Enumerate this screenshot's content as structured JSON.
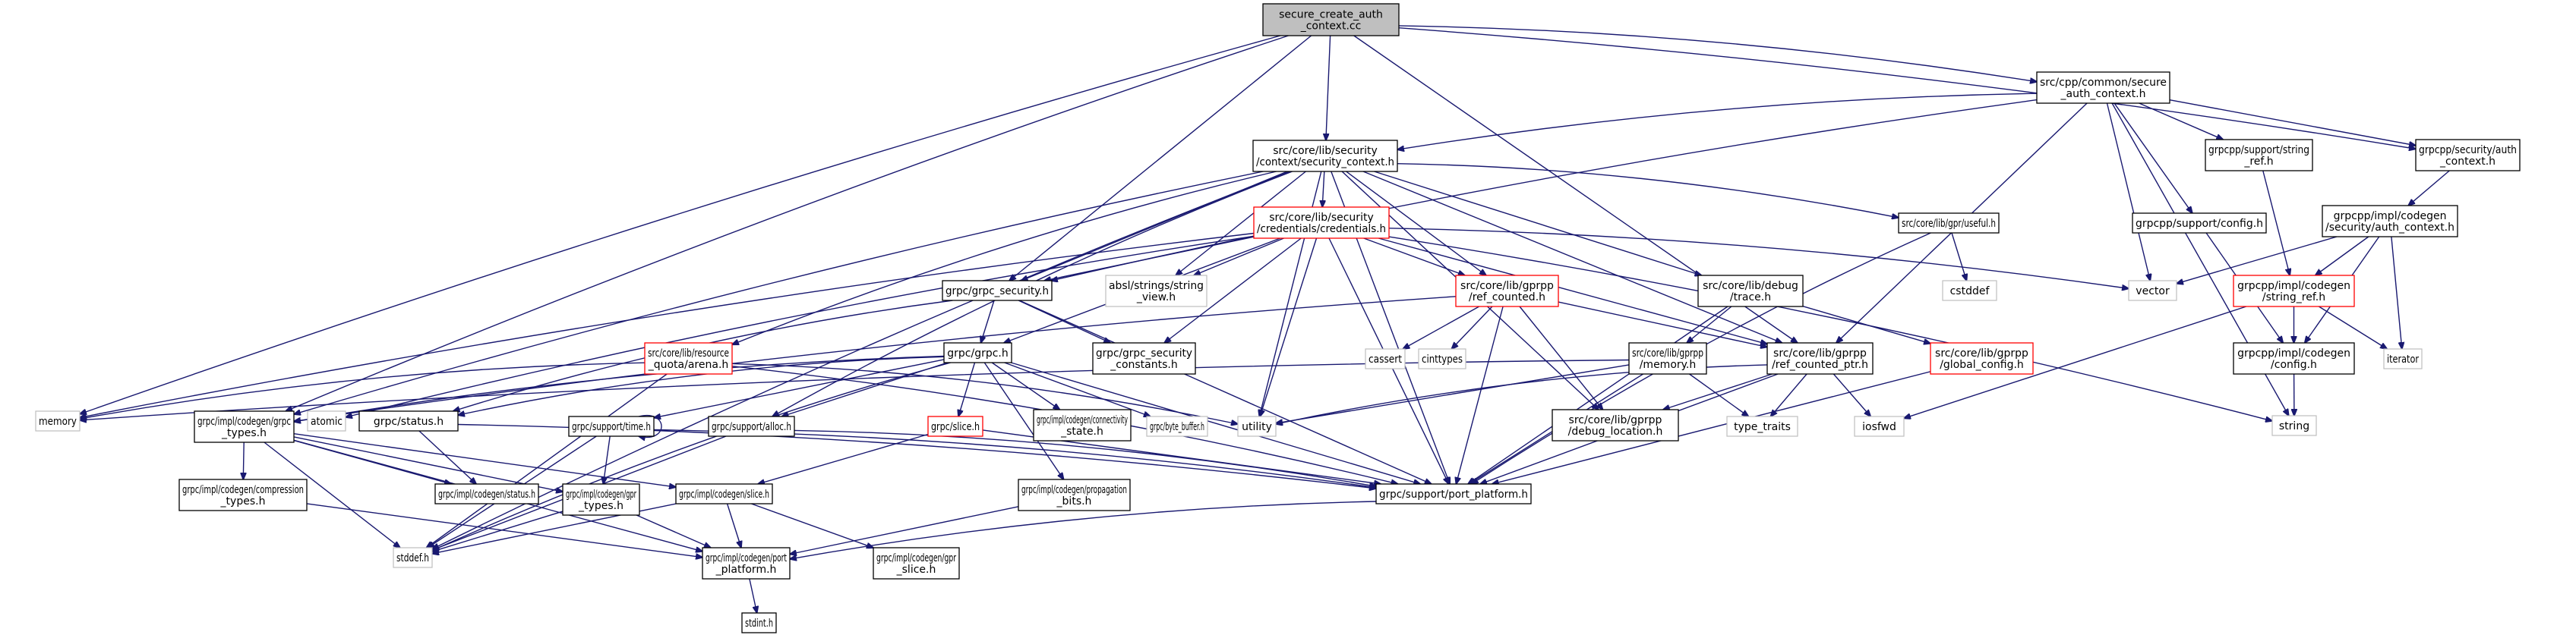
{
  "title": "secure_create_auth_context.cc include dependency graph",
  "colors": {
    "edge": "#191970",
    "root_fill": "#bfbfbf",
    "documented_border": "#000000",
    "truncated_border": "#ff0000",
    "external_border": "#bfbfbf"
  },
  "nodes": [
    {
      "id": "root",
      "lines": [
        "secure_create_auth",
        "_context.cc"
      ],
      "kind": "root"
    },
    {
      "id": "secure_auth_context_h",
      "lines": [
        "src/cpp/common/secure",
        "_auth_context.h"
      ],
      "kind": "normal"
    },
    {
      "id": "security_context_h",
      "lines": [
        "src/core/lib/security",
        "/context/security_context.h"
      ],
      "kind": "normal"
    },
    {
      "id": "grpcpp_security_auth_context_h",
      "lines": [
        "grpcpp/security/auth",
        "_context.h"
      ],
      "kind": "normal"
    },
    {
      "id": "grpcpp_support_string_ref_h",
      "lines": [
        "grpcpp/support/string",
        "_ref.h"
      ],
      "kind": "normal"
    },
    {
      "id": "grpcpp_support_config_h",
      "lines": [
        "grpcpp/support/config.h"
      ],
      "kind": "normal"
    },
    {
      "id": "grpcpp_impl_codegen_security_auth_context_h",
      "lines": [
        "grpcpp/impl/codegen",
        "/security/auth_context.h"
      ],
      "kind": "normal"
    },
    {
      "id": "credentials_h",
      "lines": [
        "src/core/lib/security",
        "/credentials/credentials.h"
      ],
      "kind": "truncated"
    },
    {
      "id": "useful_h",
      "lines": [
        "src/core/lib/gpr/useful.h"
      ],
      "kind": "normal"
    },
    {
      "id": "grpc_security_h",
      "lines": [
        "grpc/grpc_security.h"
      ],
      "kind": "normal"
    },
    {
      "id": "string_view_h",
      "lines": [
        "absl/strings/string",
        "_view.h"
      ],
      "kind": "external"
    },
    {
      "id": "ref_counted_h",
      "lines": [
        "src/core/lib/gprpp",
        "/ref_counted.h"
      ],
      "kind": "truncated"
    },
    {
      "id": "trace_h",
      "lines": [
        "src/core/lib/debug",
        "/trace.h"
      ],
      "kind": "normal"
    },
    {
      "id": "cstddef",
      "lines": [
        "cstddef"
      ],
      "kind": "external"
    },
    {
      "id": "vector",
      "lines": [
        "vector"
      ],
      "kind": "external"
    },
    {
      "id": "string_ref_h",
      "lines": [
        "grpcpp/impl/codegen",
        "/string_ref.h"
      ],
      "kind": "truncated"
    },
    {
      "id": "arena_h",
      "lines": [
        "src/core/lib/resource",
        "_quota/arena.h"
      ],
      "kind": "truncated"
    },
    {
      "id": "grpc_h",
      "lines": [
        "grpc/grpc.h"
      ],
      "kind": "normal"
    },
    {
      "id": "grpc_security_constants_h",
      "lines": [
        "grpc/grpc_security",
        "_constants.h"
      ],
      "kind": "normal"
    },
    {
      "id": "cassert",
      "lines": [
        "cassert"
      ],
      "kind": "external"
    },
    {
      "id": "cinttypes",
      "lines": [
        "cinttypes"
      ],
      "kind": "external"
    },
    {
      "id": "memory_h",
      "lines": [
        "src/core/lib/gprpp",
        "/memory.h"
      ],
      "kind": "normal"
    },
    {
      "id": "ref_counted_ptr_h",
      "lines": [
        "src/core/lib/gprpp",
        "/ref_counted_ptr.h"
      ],
      "kind": "normal"
    },
    {
      "id": "global_config_h",
      "lines": [
        "src/core/lib/gprpp",
        "/global_config.h"
      ],
      "kind": "truncated"
    },
    {
      "id": "codegen_config_h",
      "lines": [
        "grpcpp/impl/codegen",
        "/config.h"
      ],
      "kind": "normal"
    },
    {
      "id": "iterator",
      "lines": [
        "iterator"
      ],
      "kind": "external"
    },
    {
      "id": "memory",
      "lines": [
        "memory"
      ],
      "kind": "external"
    },
    {
      "id": "grpc_types_h",
      "lines": [
        "grpc/impl/codegen/grpc",
        "_types.h"
      ],
      "kind": "normal"
    },
    {
      "id": "atomic",
      "lines": [
        "atomic"
      ],
      "kind": "external"
    },
    {
      "id": "status_h",
      "lines": [
        "grpc/status.h"
      ],
      "kind": "normal"
    },
    {
      "id": "time_h",
      "lines": [
        "grpc/support/time.h"
      ],
      "kind": "normal"
    },
    {
      "id": "alloc_h",
      "lines": [
        "grpc/support/alloc.h"
      ],
      "kind": "normal"
    },
    {
      "id": "slice_h",
      "lines": [
        "grpc/slice.h"
      ],
      "kind": "truncated"
    },
    {
      "id": "connectivity_state_h",
      "lines": [
        "grpc/impl/codegen/connectivity",
        "_state.h"
      ],
      "kind": "normal"
    },
    {
      "id": "byte_buffer_h",
      "lines": [
        "grpc/byte_buffer.h"
      ],
      "kind": "external"
    },
    {
      "id": "utility",
      "lines": [
        "utility"
      ],
      "kind": "external"
    },
    {
      "id": "debug_location_h",
      "lines": [
        "src/core/lib/gprpp",
        "/debug_location.h"
      ],
      "kind": "normal"
    },
    {
      "id": "type_traits",
      "lines": [
        "type_traits"
      ],
      "kind": "external"
    },
    {
      "id": "iosfwd",
      "lines": [
        "iosfwd"
      ],
      "kind": "external"
    },
    {
      "id": "string",
      "lines": [
        "string"
      ],
      "kind": "external"
    },
    {
      "id": "compression_types_h",
      "lines": [
        "grpc/impl/codegen/compression",
        "_types.h"
      ],
      "kind": "normal"
    },
    {
      "id": "codegen_status_h",
      "lines": [
        "grpc/impl/codegen/status.h"
      ],
      "kind": "normal"
    },
    {
      "id": "gpr_types_h",
      "lines": [
        "grpc/impl/codegen/gpr",
        "_types.h"
      ],
      "kind": "normal"
    },
    {
      "id": "codegen_slice_h",
      "lines": [
        "grpc/impl/codegen/slice.h"
      ],
      "kind": "normal"
    },
    {
      "id": "propagation_bits_h",
      "lines": [
        "grpc/impl/codegen/propagation",
        "_bits.h"
      ],
      "kind": "normal"
    },
    {
      "id": "port_platform_h",
      "lines": [
        "grpc/support/port_platform.h"
      ],
      "kind": "normal"
    },
    {
      "id": "stddef_h",
      "lines": [
        "stddef.h"
      ],
      "kind": "external"
    },
    {
      "id": "codegen_port_platform_h",
      "lines": [
        "grpc/impl/codegen/port",
        "_platform.h"
      ],
      "kind": "normal"
    },
    {
      "id": "gpr_slice_h",
      "lines": [
        "grpc/impl/codegen/gpr",
        "_slice.h"
      ],
      "kind": "normal"
    },
    {
      "id": "stdint_h",
      "lines": [
        "stdint.h"
      ],
      "kind": "normal"
    }
  ],
  "edges": [
    [
      "root",
      "secure_auth_context_h"
    ],
    [
      "root",
      "security_context_h"
    ],
    [
      "root",
      "grpcpp_security_auth_context_h"
    ],
    [
      "root",
      "grpc_security_h"
    ],
    [
      "root",
      "ref_counted_ptr_h"
    ],
    [
      "root",
      "memory"
    ],
    [
      "root",
      "grpc_types_h"
    ],
    [
      "secure_auth_context_h",
      "security_context_h"
    ],
    [
      "secure_auth_context_h",
      "grpcpp_support_string_ref_h"
    ],
    [
      "secure_auth_context_h",
      "grpcpp_support_config_h"
    ],
    [
      "secure_auth_context_h",
      "grpcpp_security_auth_context_h"
    ],
    [
      "secure_auth_context_h",
      "vector"
    ],
    [
      "secure_auth_context_h",
      "ref_counted_ptr_h"
    ],
    [
      "secure_auth_context_h",
      "grpc_security_h"
    ],
    [
      "secure_auth_context_h",
      "string"
    ],
    [
      "security_context_h",
      "credentials_h"
    ],
    [
      "security_context_h",
      "useful_h"
    ],
    [
      "security_context_h",
      "grpc_security_h"
    ],
    [
      "security_context_h",
      "string_view_h"
    ],
    [
      "security_context_h",
      "ref_counted_h"
    ],
    [
      "security_context_h",
      "trace_h"
    ],
    [
      "security_context_h",
      "arena_h"
    ],
    [
      "security_context_h",
      "ref_counted_ptr_h"
    ],
    [
      "security_context_h",
      "port_platform_h"
    ],
    [
      "security_context_h",
      "grpc_types_h"
    ],
    [
      "security_context_h",
      "stddef_h"
    ],
    [
      "security_context_h",
      "alloc_h"
    ],
    [
      "security_context_h",
      "utility"
    ],
    [
      "security_context_h",
      "debug_location_h"
    ],
    [
      "grpcpp_security_auth_context_h",
      "grpcpp_impl_codegen_security_auth_context_h"
    ],
    [
      "grpcpp_support_string_ref_h",
      "string_ref_h"
    ],
    [
      "grpcpp_support_config_h",
      "codegen_config_h"
    ],
    [
      "grpcpp_impl_codegen_security_auth_context_h",
      "vector"
    ],
    [
      "grpcpp_impl_codegen_security_auth_context_h",
      "string_ref_h"
    ],
    [
      "grpcpp_impl_codegen_security_auth_context_h",
      "codegen_config_h"
    ],
    [
      "grpcpp_impl_codegen_security_auth_context_h",
      "iterator"
    ],
    [
      "credentials_h",
      "grpc_security_h"
    ],
    [
      "credentials_h",
      "string_view_h"
    ],
    [
      "credentials_h",
      "ref_counted_h"
    ],
    [
      "credentials_h",
      "grpc_security_constants_h"
    ],
    [
      "credentials_h",
      "grpc_h"
    ],
    [
      "credentials_h",
      "vector"
    ],
    [
      "credentials_h",
      "ref_counted_ptr_h"
    ],
    [
      "credentials_h",
      "port_platform_h"
    ],
    [
      "credentials_h",
      "utility"
    ],
    [
      "credentials_h",
      "string"
    ],
    [
      "credentials_h",
      "atomic"
    ],
    [
      "credentials_h",
      "memory"
    ],
    [
      "useful_h",
      "cstddef"
    ],
    [
      "useful_h",
      "port_platform_h"
    ],
    [
      "grpc_security_h",
      "grpc_h"
    ],
    [
      "grpc_security_h",
      "grpc_security_constants_h"
    ],
    [
      "grpc_security_h",
      "status_h"
    ],
    [
      "grpc_security_h",
      "port_platform_h"
    ],
    [
      "ref_counted_h",
      "cassert"
    ],
    [
      "ref_counted_h",
      "cinttypes"
    ],
    [
      "ref_counted_h",
      "ref_counted_ptr_h"
    ],
    [
      "ref_counted_h",
      "debug_location_h"
    ],
    [
      "ref_counted_h",
      "port_platform_h"
    ],
    [
      "ref_counted_h",
      "grpc_types_h"
    ],
    [
      "trace_h",
      "memory_h"
    ],
    [
      "trace_h",
      "global_config_h"
    ],
    [
      "trace_h",
      "port_platform_h"
    ],
    [
      "string_ref_h",
      "codegen_config_h"
    ],
    [
      "string_ref_h",
      "iterator"
    ],
    [
      "string_ref_h",
      "iosfwd"
    ],
    [
      "codegen_config_h",
      "string"
    ],
    [
      "arena_h",
      "memory"
    ],
    [
      "arena_h",
      "utility"
    ],
    [
      "arena_h",
      "port_platform_h"
    ],
    [
      "arena_h",
      "stddef_h"
    ],
    [
      "grpc_h",
      "grpc_types_h"
    ],
    [
      "grpc_h",
      "status_h"
    ],
    [
      "grpc_h",
      "time_h"
    ],
    [
      "grpc_h",
      "alloc_h"
    ],
    [
      "grpc_h",
      "slice_h"
    ],
    [
      "grpc_h",
      "connectivity_state_h"
    ],
    [
      "grpc_h",
      "byte_buffer_h"
    ],
    [
      "grpc_h",
      "propagation_bits_h"
    ],
    [
      "grpc_h",
      "port_platform_h"
    ],
    [
      "grpc_h",
      "stddef_h"
    ],
    [
      "memory_h",
      "memory"
    ],
    [
      "memory_h",
      "utility"
    ],
    [
      "memory_h",
      "type_traits"
    ],
    [
      "memory_h",
      "port_platform_h"
    ],
    [
      "ref_counted_ptr_h",
      "type_traits"
    ],
    [
      "ref_counted_ptr_h",
      "iosfwd"
    ],
    [
      "ref_counted_ptr_h",
      "utility"
    ],
    [
      "ref_counted_ptr_h",
      "debug_location_h"
    ],
    [
      "ref_counted_ptr_h",
      "port_platform_h"
    ],
    [
      "global_config_h",
      "port_platform_h"
    ],
    [
      "grpc_types_h",
      "compression_types_h"
    ],
    [
      "grpc_types_h",
      "codegen_status_h"
    ],
    [
      "grpc_types_h",
      "gpr_types_h"
    ],
    [
      "grpc_types_h",
      "codegen_slice_h"
    ],
    [
      "grpc_types_h",
      "codegen_port_platform_h"
    ],
    [
      "grpc_types_h",
      "stddef_h"
    ],
    [
      "status_h",
      "codegen_status_h"
    ],
    [
      "status_h",
      "port_platform_h"
    ],
    [
      "time_h",
      "time_h"
    ],
    [
      "time_h",
      "gpr_types_h"
    ],
    [
      "time_h",
      "stddef_h"
    ],
    [
      "time_h",
      "port_platform_h"
    ],
    [
      "alloc_h",
      "stddef_h"
    ],
    [
      "alloc_h",
      "port_platform_h"
    ],
    [
      "slice_h",
      "codegen_slice_h"
    ],
    [
      "slice_h",
      "port_platform_h"
    ],
    [
      "compression_types_h",
      "codegen_port_platform_h"
    ],
    [
      "gpr_types_h",
      "codegen_port_platform_h"
    ],
    [
      "gpr_types_h",
      "stddef_h"
    ],
    [
      "codegen_slice_h",
      "gpr_slice_h"
    ],
    [
      "codegen_slice_h",
      "codegen_port_platform_h"
    ],
    [
      "codegen_slice_h",
      "stddef_h"
    ],
    [
      "propagation_bits_h",
      "codegen_port_platform_h"
    ],
    [
      "port_platform_h",
      "codegen_port_platform_h"
    ],
    [
      "codegen_port_platform_h",
      "stdint_h"
    ]
  ]
}
